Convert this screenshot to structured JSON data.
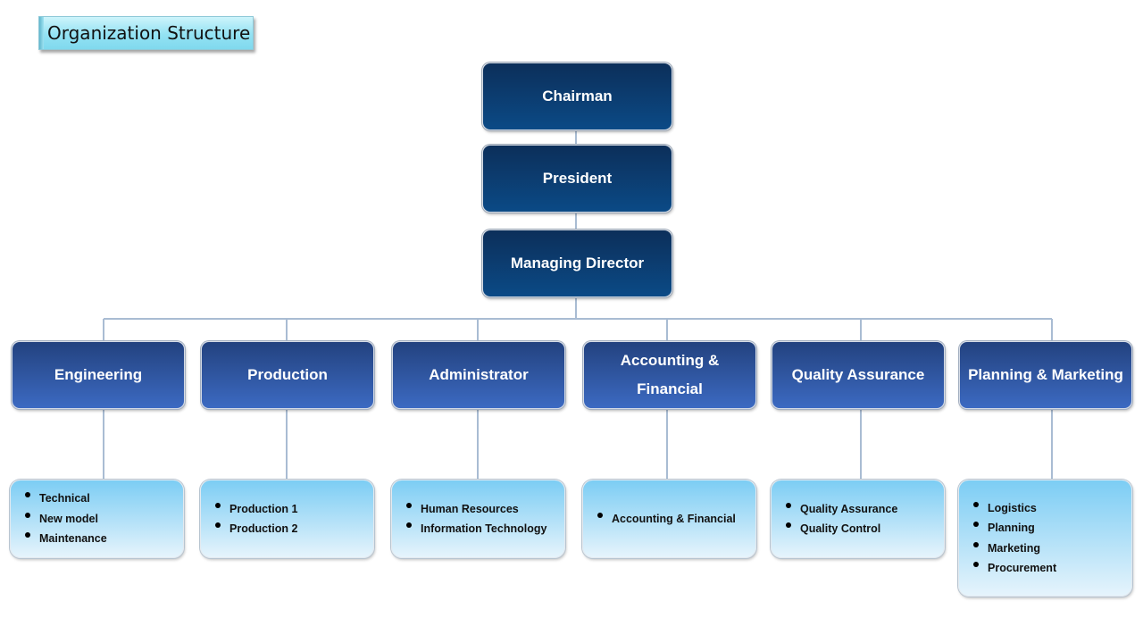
{
  "title": "Organization Structure",
  "executives": {
    "chairman": "Chairman",
    "president": "President",
    "managing_director": "Managing Director"
  },
  "departments": [
    {
      "name": "Engineering",
      "items": [
        "Technical",
        "New model",
        "Maintenance"
      ]
    },
    {
      "name": "Production",
      "items": [
        "Production 1",
        "Production 2"
      ]
    },
    {
      "name": "Administrator",
      "items": [
        "Human Resources",
        "Information Technology"
      ]
    },
    {
      "name": "Accounting & Financial",
      "items": [
        "Accounting & Financial"
      ]
    },
    {
      "name": "Quality Assurance",
      "items": [
        "Quality Assurance",
        "Quality Control"
      ]
    },
    {
      "name": "Planning & Marketing",
      "items": [
        "Logistics",
        "Planning",
        "Marketing",
        "Procurement"
      ]
    }
  ],
  "colors": {
    "executive_box": "#0b4a86",
    "department_box": "#3c6ac2",
    "sub_box": "#7ccdf4",
    "connector": "#a9bcd3"
  }
}
